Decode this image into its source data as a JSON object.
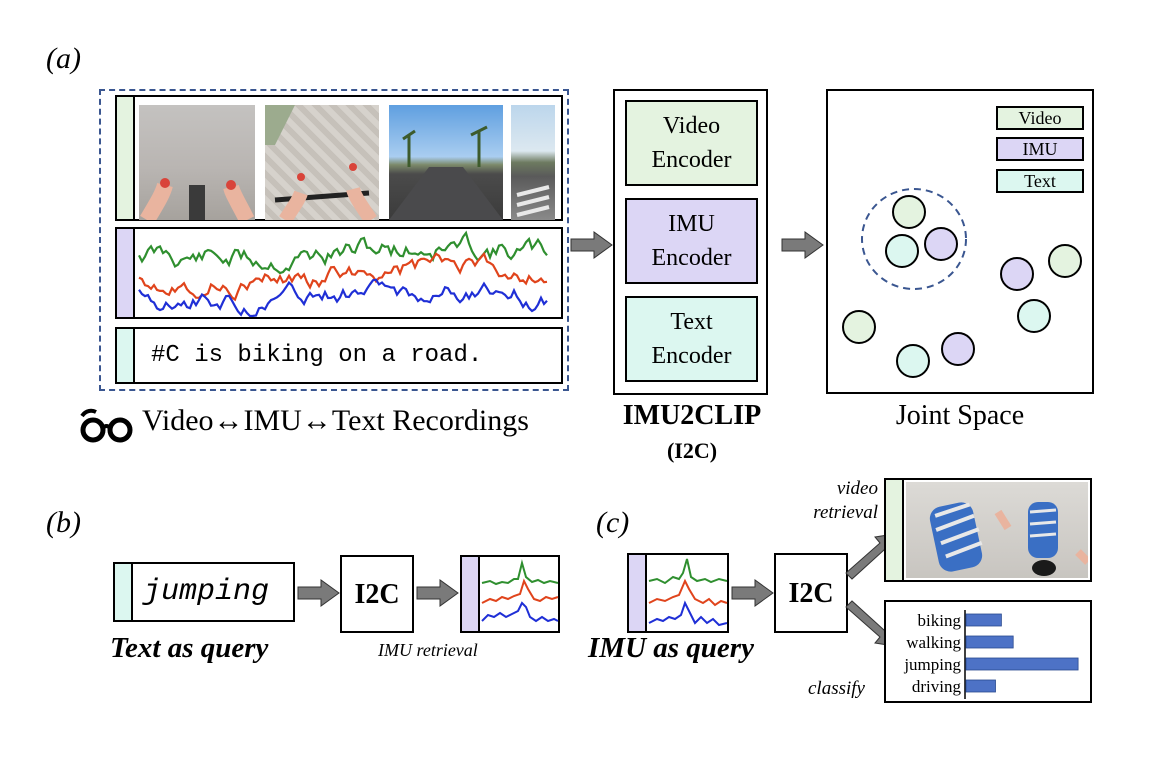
{
  "panels": {
    "a": "(a)",
    "b": "(b)",
    "c": "(c)"
  },
  "recordings": {
    "text_sample": "#C is biking on a road.",
    "caption": "Video↔IMU↔Text Recordings",
    "glasses_icon": "glasses-icon"
  },
  "model": {
    "encoders": [
      "Video\nEncoder",
      "IMU\nEncoder",
      "Text\nEncoder"
    ],
    "name": "IMU2CLIP",
    "abbrev": "(I2C)"
  },
  "joint_space": {
    "title": "Joint Space",
    "legend": [
      "Video",
      "IMU",
      "Text"
    ]
  },
  "text_query": {
    "word": "jumping",
    "model": "I2C",
    "query_label": "Text as query",
    "result_label": "IMU retrieval"
  },
  "imu_query": {
    "model": "I2C",
    "query_label": "IMU as query",
    "video_label": "video\nretrieval",
    "classify_label": "classify",
    "classes": [
      "biking",
      "walking",
      "jumping",
      "driving"
    ],
    "class_scores": [
      0.3,
      0.4,
      0.95,
      0.25
    ]
  },
  "colors": {
    "video": "#e4f3e0",
    "imu": "#dcd6f5",
    "text": "#dcf7f0",
    "signal_green": "#2f8f2f",
    "signal_red": "#e0441c",
    "signal_blue": "#1f2fd6",
    "bar": "#4d72c6",
    "arrow": "#7a7a7a",
    "dashed": "#3a5690"
  }
}
